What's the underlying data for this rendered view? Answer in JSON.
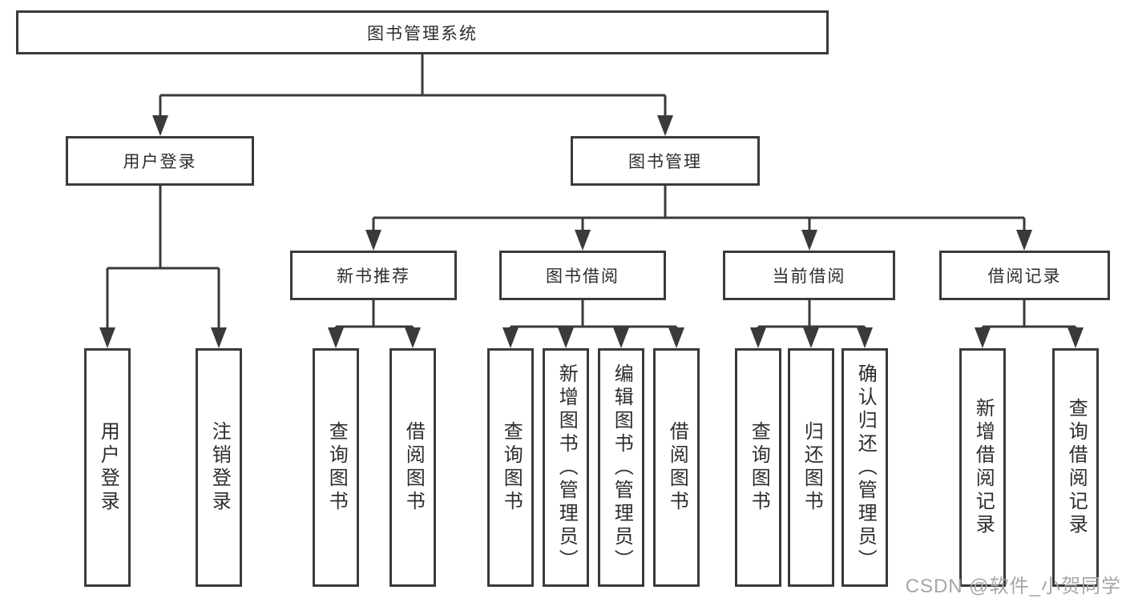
{
  "diagram": {
    "title": "图书管理系统",
    "colors": {
      "line": "#3a3a3a",
      "box_border": "#3a3a3a",
      "box_background": "#ffffff",
      "text": "#2d2d2d",
      "watermark": "#a6a6a6"
    },
    "tree": {
      "root": {
        "label": "图书管理系统",
        "children_ids": [
          "user_login",
          "book_management"
        ]
      },
      "user_login": {
        "label": "用户登录",
        "children_ids": [
          "login",
          "logout"
        ]
      },
      "book_management": {
        "label": "图书管理",
        "children_ids": [
          "new_book_recommend",
          "book_borrow",
          "current_borrow",
          "borrow_record"
        ]
      },
      "login": {
        "label": "用户登录",
        "children_ids": []
      },
      "logout": {
        "label": "注销登录",
        "children_ids": []
      },
      "new_book_recommend": {
        "label": "新书推荐",
        "children_ids": [
          "nbr_query_book",
          "nbr_borrow_book"
        ]
      },
      "book_borrow": {
        "label": "图书借阅",
        "children_ids": [
          "bb_query_book",
          "bb_add_book_admin",
          "bb_edit_book_admin",
          "bb_borrow_book"
        ]
      },
      "current_borrow": {
        "label": "当前借阅",
        "children_ids": [
          "cb_query_book",
          "cb_return_book",
          "cb_confirm_return_admin"
        ]
      },
      "borrow_record": {
        "label": "借阅记录",
        "children_ids": [
          "br_add_record",
          "br_query_record"
        ]
      },
      "nbr_query_book": {
        "label": "查询图书",
        "children_ids": []
      },
      "nbr_borrow_book": {
        "label": "借阅图书",
        "children_ids": []
      },
      "bb_query_book": {
        "label": "查询图书",
        "children_ids": []
      },
      "bb_add_book_admin": {
        "label": "新增图书（管理员）",
        "children_ids": []
      },
      "bb_edit_book_admin": {
        "label": "编辑图书（管理员）",
        "children_ids": []
      },
      "bb_borrow_book": {
        "label": "借阅图书",
        "children_ids": []
      },
      "cb_query_book": {
        "label": "查询图书",
        "children_ids": []
      },
      "cb_return_book": {
        "label": "归还图书",
        "children_ids": []
      },
      "cb_confirm_return_admin": {
        "label": "确认归还（管理员）",
        "children_ids": []
      },
      "br_add_record": {
        "label": "新增借阅记录",
        "children_ids": []
      },
      "br_query_record": {
        "label": "查询借阅记录",
        "children_ids": []
      }
    }
  },
  "watermark": {
    "text": "CSDN @软件_小贺同学"
  }
}
